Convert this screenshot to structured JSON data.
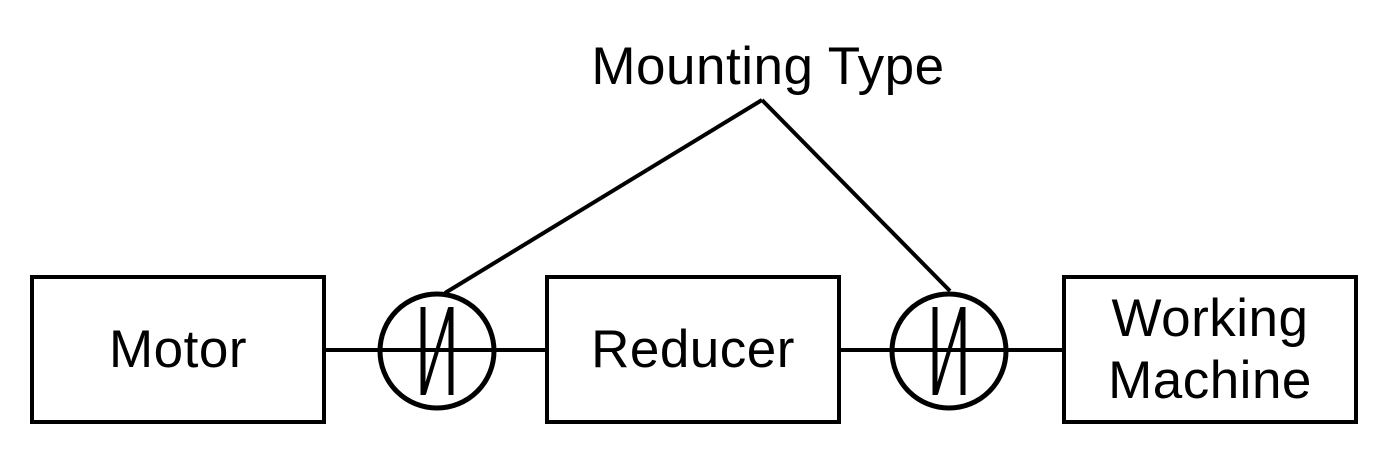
{
  "diagram": {
    "title_label": "Mounting Type",
    "background_color": "#ffffff",
    "line_color": "#000000",
    "text_color": "#000000",
    "blocks": [
      {
        "label": "Motor"
      },
      {
        "label": "Reducer"
      },
      {
        "label": "Working Machine"
      }
    ],
    "couplings": [
      {
        "icon": "coupling-symbol",
        "description": "circle with two bars and diagonal slash on shaft between Motor and Reducer"
      },
      {
        "icon": "coupling-symbol",
        "description": "circle with two bars and diagonal slash on shaft between Reducer and Working Machine"
      }
    ]
  }
}
